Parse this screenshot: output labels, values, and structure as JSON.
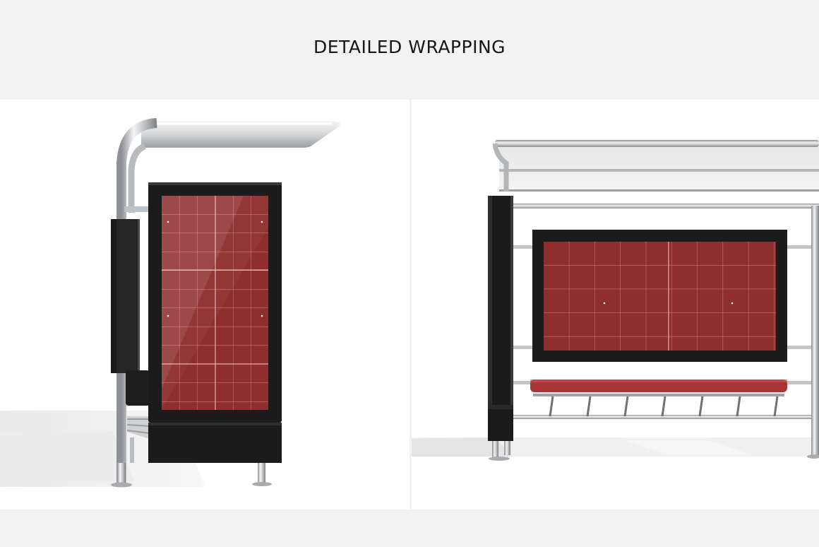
{
  "header": {
    "title": "DETAILED WRAPPING"
  },
  "views": [
    {
      "id": "side-view",
      "subject": "bus-shelter-side"
    },
    {
      "id": "front-view",
      "subject": "bus-shelter-front"
    }
  ],
  "colors": {
    "page_bg": "#f2f2f2",
    "panel_bg": "#ffffff",
    "poster_red": "#8f2e2e",
    "frame_black": "#1b1b1b",
    "metal": "#c9cbcd",
    "bench_red": "#a83535"
  }
}
